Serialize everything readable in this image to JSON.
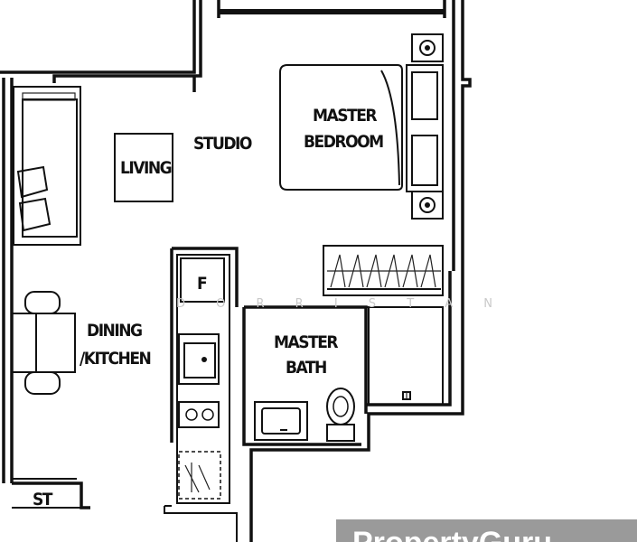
{
  "rooms": {
    "studio": "STUDIO",
    "living": "LIVING",
    "master_bedroom_line1": "MASTER",
    "master_bedroom_line2": "BEDROOM",
    "dining_line1": "DINING",
    "dining_line2": "/KITCHEN",
    "master_bath_line1": "MASTER",
    "master_bath_line2": "BATH",
    "store": "ST",
    "fridge": "F"
  },
  "watermark": "D O R R I S   T A N",
  "badge": "PropertyGuru",
  "colors": {
    "ink": "#111111",
    "badge_bg": "#9a9a9a"
  }
}
